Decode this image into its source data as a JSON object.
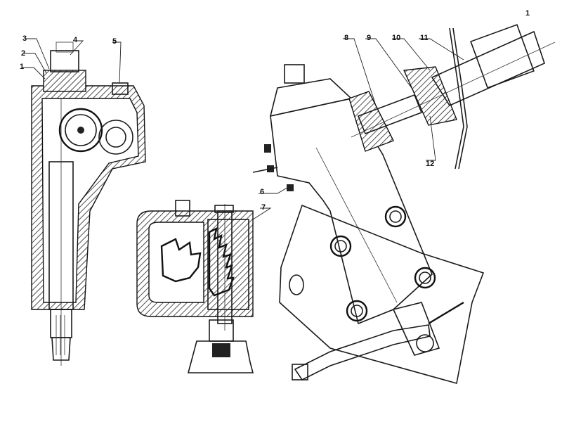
{
  "callouts": {
    "c1": "1",
    "c2": "2",
    "c3": "3",
    "c4": "4",
    "c5": "5",
    "c6": "6",
    "c7": "7",
    "c8": "8",
    "c9": "9",
    "c10": "10",
    "c11": "11",
    "c12": "12",
    "corner": "1"
  },
  "colors": {
    "ink": "#1a1a1a",
    "paper": "#ffffff"
  }
}
